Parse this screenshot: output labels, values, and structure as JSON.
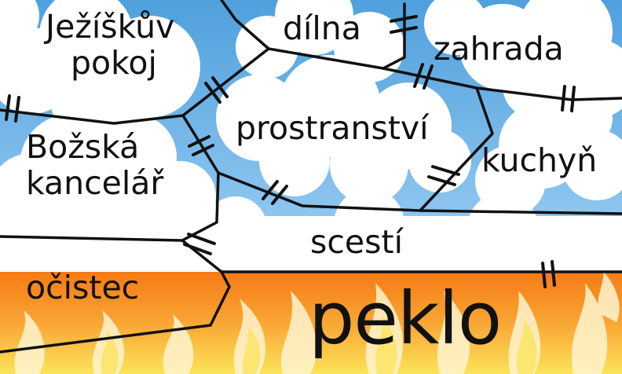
{
  "diagram": {
    "rooms": {
      "jeziskuv_pokoj": {
        "line1": "Ježíškův",
        "line2": "pokoj"
      },
      "dilna": "dílna",
      "zahrada": "zahrada",
      "prostranstvi": "prostranství",
      "bozska_kancelar": {
        "line1": "Božská",
        "line2": "kancelář"
      },
      "kuchyn": "kuchyň",
      "scesti": "scestí",
      "ocistec": "očistec",
      "peklo": "peklo"
    },
    "colors": {
      "sky_blue": "#3f93d6",
      "cloud_white": "#ffffff",
      "border_line": "#111111",
      "fire_orange": "#f57a14",
      "fire_yellow": "#fbe35a",
      "flame_cream": "#fff4cf"
    }
  }
}
